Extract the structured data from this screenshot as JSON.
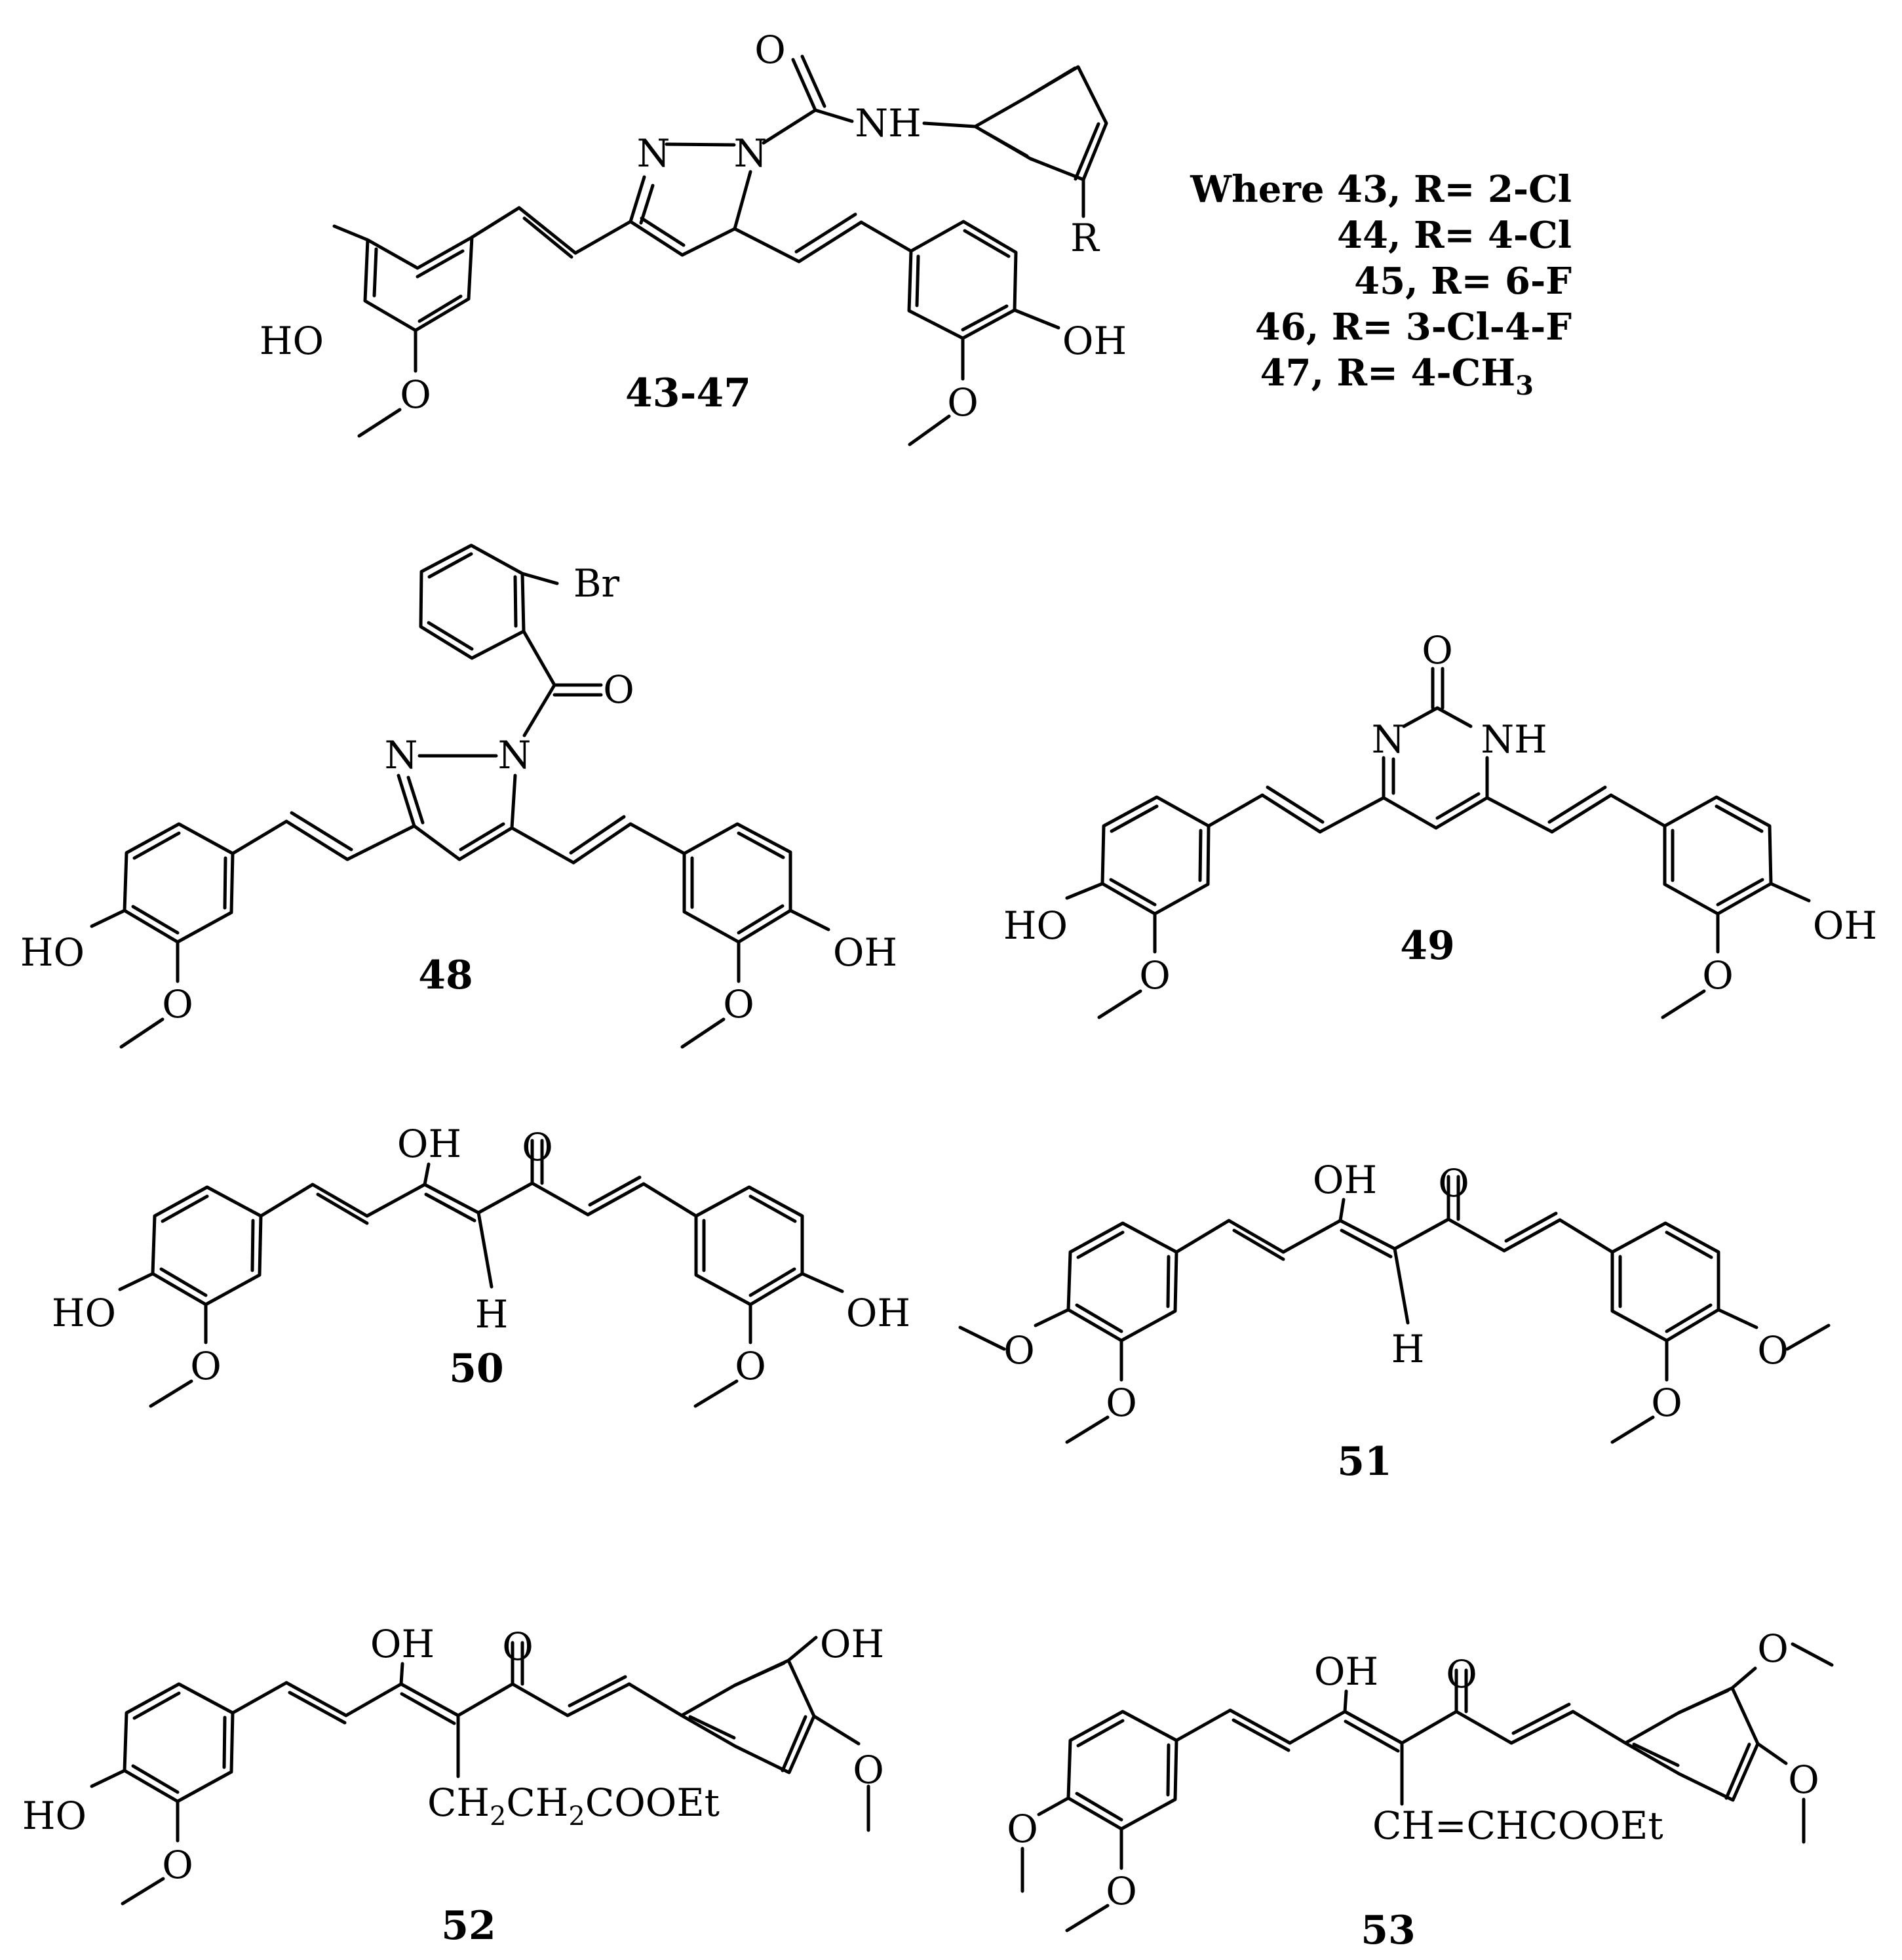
{
  "compounds": {
    "c43_47": {
      "id": "43-47",
      "atoms": {
        "o_urea": "O",
        "nh": "NH",
        "n1": "N",
        "n2": "N",
        "r": "R",
        "ho": "HO",
        "oh": "OH",
        "ome_l": "O",
        "ome_r": "O"
      },
      "r_groups": [
        {
          "prefix": "Where ",
          "compound": "43",
          "sep": ", ",
          "value": "R= 2-Cl",
          "sub": ""
        },
        {
          "prefix": "",
          "compound": "44",
          "sep": ", ",
          "value": "R= 4-Cl",
          "sub": ""
        },
        {
          "prefix": "",
          "compound": "45",
          "sep": ", ",
          "value": "R= 6-F",
          "sub": ""
        },
        {
          "prefix": "",
          "compound": "46",
          "sep": ", ",
          "value": "R= 3-Cl-4-F",
          "sub": ""
        },
        {
          "prefix": "",
          "compound": "47",
          "sep": ", ",
          "value": "R= 4-CH",
          "sub": "3"
        }
      ]
    },
    "c48": {
      "id": "48",
      "atoms": {
        "br": "Br",
        "o_carbonyl": "O",
        "n1": "N",
        "n2": "N",
        "ho": "HO",
        "oh": "OH",
        "ome_l": "O",
        "ome_r": "O"
      }
    },
    "c49": {
      "id": "49",
      "atoms": {
        "o_carbonyl": "O",
        "n": "N",
        "nh": "NH",
        "ho": "HO",
        "oh": "OH",
        "ome_l": "O",
        "ome_r": "O"
      }
    },
    "c50": {
      "id": "50",
      "atoms": {
        "oh_enol": "OH",
        "o_keto": "O",
        "h": "H",
        "ho": "HO",
        "oh": "OH",
        "ome_l": "O",
        "ome_r": "O"
      }
    },
    "c51": {
      "id": "51",
      "atoms": {
        "oh_enol": "OH",
        "o_keto": "O",
        "h": "H",
        "ome_l4": "O",
        "ome_l3": "O",
        "ome_r4": "O",
        "ome_r3": "O"
      }
    },
    "c52": {
      "id": "52",
      "atoms": {
        "oh_enol": "OH",
        "o_keto": "O",
        "ho": "HO",
        "oh": "OH",
        "ome_l": "O",
        "ome_r": "O"
      },
      "substituent": {
        "p1": "CH",
        "s1": "2",
        "p2": "CH",
        "s2": "2",
        "p3": "COOEt"
      }
    },
    "c53": {
      "id": "53",
      "atoms": {
        "oh_enol": "OH",
        "o_keto": "O",
        "ome_l4": "O",
        "ome_l3": "O",
        "ome_r4": "O",
        "ome_r3": "O"
      },
      "substituent": "CH=CHCOOEt"
    }
  }
}
